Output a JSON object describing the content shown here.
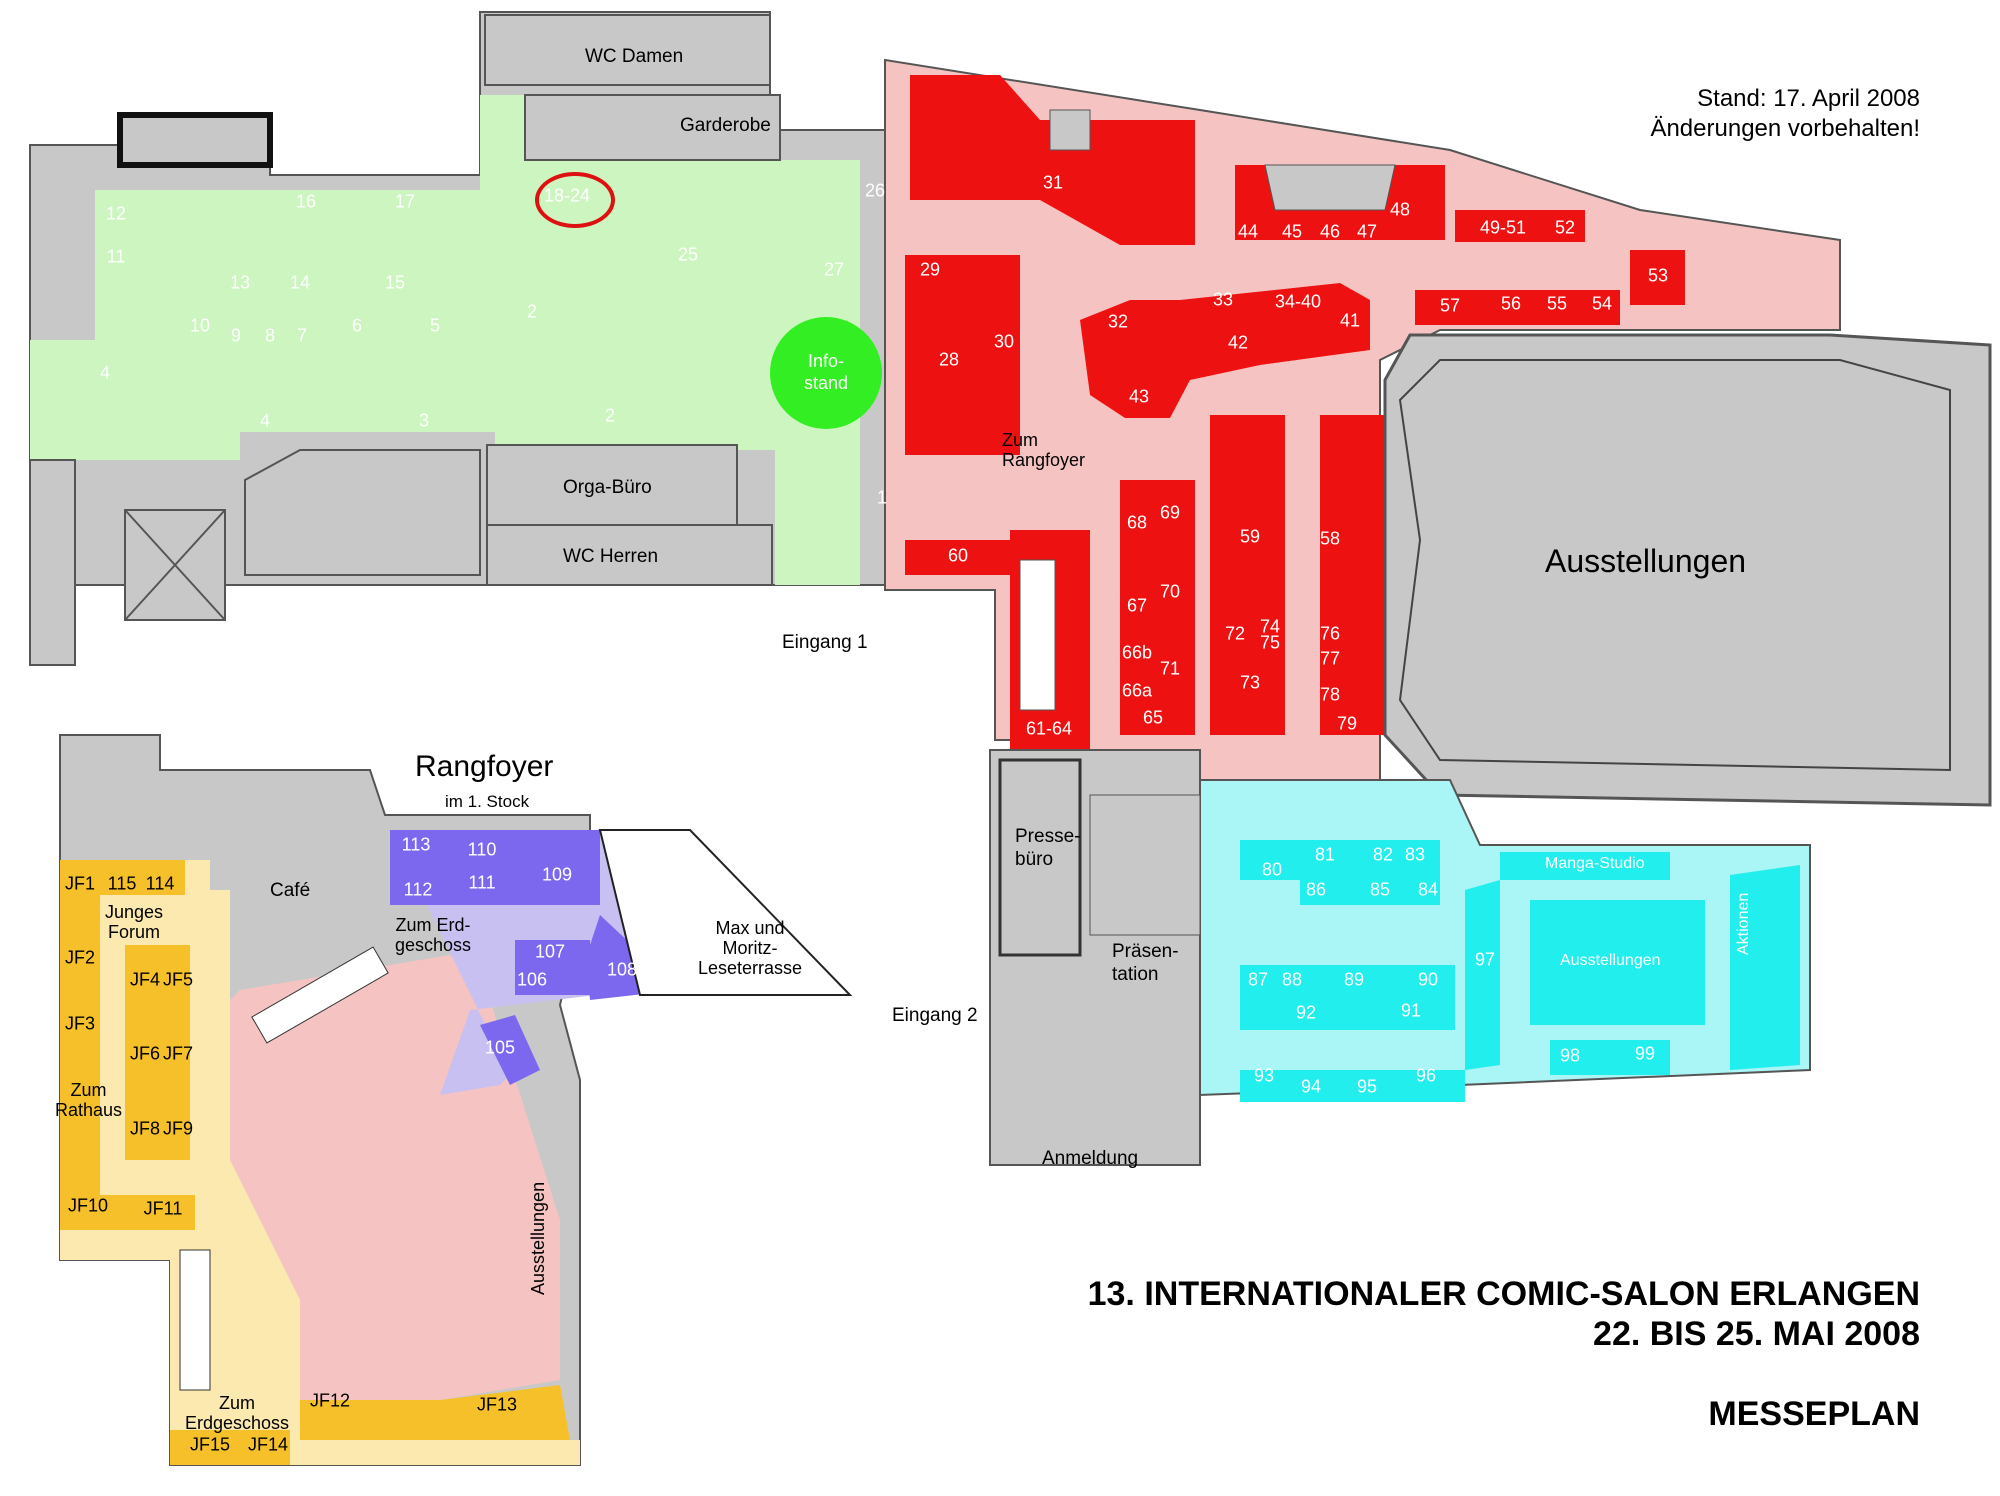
{
  "header": {
    "stand": "Stand: 17. April 2008",
    "changes": "Änderungen vorbehalten!"
  },
  "footer": {
    "title": "13. INTERNATIONALER COMIC-SALON ERLANGEN",
    "dates": "22. BIS 25. MAI 2008",
    "subtitle": "MESSEPLAN"
  },
  "rooms": {
    "wc_damen": "WC Damen",
    "garderobe": "Garderobe",
    "orga_buero": "Orga-Büro",
    "wc_herren": "WC Herren",
    "eingang1": "Eingang 1",
    "eingang2": "Eingang 2",
    "infostand_1": "Info-",
    "infostand_2": "stand",
    "zum_rangfoyer_1": "Zum",
    "zum_rangfoyer_2": "Rangfoyer",
    "ausstellungen_main": "Ausstellungen",
    "pressebuero_1": "Presse-",
    "pressebuero_2": "büro",
    "praesentation_1": "Präsen-",
    "praesentation_2": "tation",
    "anmeldung": "Anmeldung",
    "manga_studio": "Manga-Studio",
    "ausstellungen_small": "Ausstellungen",
    "aktionen": "Aktionen",
    "rangfoyer": "Rangfoyer",
    "rangfoyer_sub": "im 1. Stock",
    "cafe": "Café",
    "junges_forum_1": "Junges",
    "junges_forum_2": "Forum",
    "zum_erdgeschoss_a1": "Zum Erd-",
    "zum_erdgeschoss_a2": "geschoss",
    "max_moritz_1": "Max und",
    "max_moritz_2": "Moritz-",
    "max_moritz_3": "Leseterrasse",
    "zum_rathaus_1": "Zum",
    "zum_rathaus_2": "Rathaus",
    "ausstellungen_vertical": "Ausstellungen",
    "zum_erdgeschoss_b1": "Zum",
    "zum_erdgeschoss_b2": "Erdgeschoss"
  },
  "booths": {
    "green": [
      "12",
      "11",
      "16",
      "17",
      "18-24",
      "26",
      "25",
      "27",
      "13",
      "14",
      "15",
      "10",
      "9",
      "8",
      "7",
      "6",
      "5",
      "2",
      "4",
      "4",
      "3",
      "2",
      "1"
    ],
    "red": [
      "31",
      "44",
      "45",
      "46",
      "47",
      "48",
      "49-51",
      "52",
      "53",
      "29",
      "28",
      "30",
      "32",
      "33",
      "34-40",
      "41",
      "42",
      "43",
      "57",
      "56",
      "55",
      "54",
      "68",
      "69",
      "67",
      "70",
      "66b",
      "71",
      "66a",
      "65",
      "59",
      "72",
      "74",
      "75",
      "73",
      "58",
      "76",
      "77",
      "78",
      "79",
      "60",
      "61-64"
    ],
    "cyan": [
      "81",
      "82",
      "83",
      "80",
      "86",
      "85",
      "84",
      "97",
      "87",
      "88",
      "89",
      "90",
      "92",
      "91",
      "93",
      "94",
      "95",
      "96",
      "98",
      "99"
    ],
    "purple": [
      "113",
      "110",
      "109",
      "112",
      "111",
      "107",
      "106",
      "108",
      "105"
    ],
    "yellow": [
      "JF1",
      "115",
      "114",
      "JF2",
      "JF4",
      "JF5",
      "JF3",
      "JF6",
      "JF7",
      "JF8",
      "JF9",
      "JF10",
      "JF11",
      "JF12",
      "JF13",
      "JF15",
      "JF14"
    ]
  },
  "colors": {
    "green": "#33ee22",
    "green_light": "#ccf5c0",
    "red": "#ee1111",
    "pink": "#f5c4c2",
    "cyan": "#22eeee",
    "cyan_light": "#aaf5f5",
    "purple": "#7b68ee",
    "purple_light": "#c8c0f0",
    "yellow": "#f5c02a",
    "yellow_light": "#fbe9b0",
    "grey": "#c8c8c8",
    "highlight": "#dd1111"
  },
  "highlight_booth": "18-24"
}
